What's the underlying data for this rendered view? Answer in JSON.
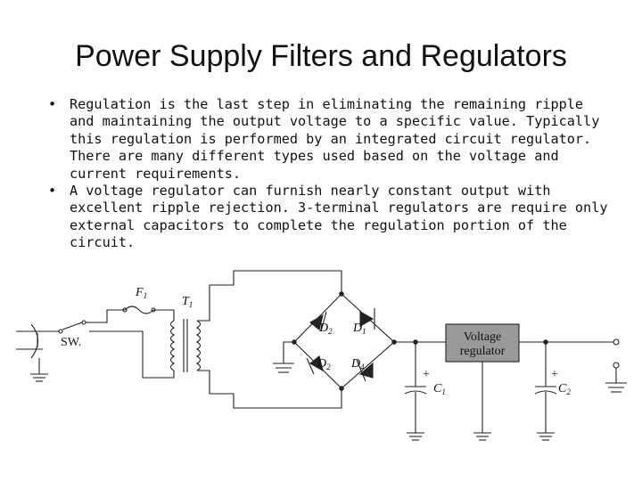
{
  "slide": {
    "title": "Power Supply Filters and Regulators",
    "bullets": [
      "Regulation is the last step in eliminating the remaining ripple and maintaining the output voltage to a specific value. Typically this regulation is performed by an integrated circuit regulator. There are many different types used based on the voltage and current requirements.",
      "A voltage regulator can furnish nearly constant output with excellent ripple rejection. 3-terminal regulators are require only external capacitors to complete the regulation portion of the circuit."
    ]
  },
  "circuit": {
    "switch_label": "SW.",
    "fuse_label": "F",
    "fuse_sub": "1",
    "transformer_label": "T",
    "transformer_sub": "1",
    "diodes": [
      {
        "letter": "D",
        "sub": "2"
      },
      {
        "letter": "D",
        "sub": "1"
      },
      {
        "letter": "D",
        "sub": "2"
      },
      {
        "letter": "D",
        "sub": "4"
      }
    ],
    "regulator_label_line1": "Voltage",
    "regulator_label_line2": "regulator",
    "capacitors": [
      {
        "letter": "C",
        "sub": "1",
        "polarity": "+"
      },
      {
        "letter": "C",
        "sub": "2",
        "polarity": "+"
      }
    ],
    "colors": {
      "wire": "#222222",
      "regulator_fill": "#999999"
    }
  }
}
